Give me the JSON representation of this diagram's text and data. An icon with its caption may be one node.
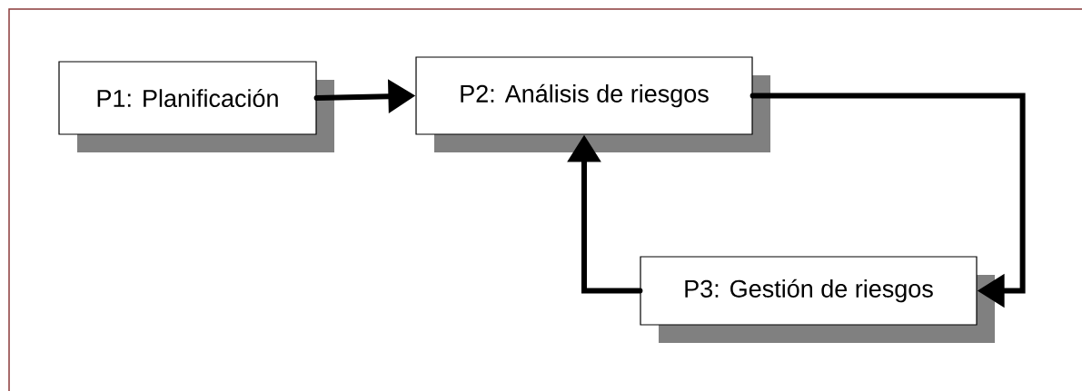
{
  "diagram": {
    "nodes": [
      {
        "text": [
          "P1: Planificación"
        ]
      },
      {
        "text": [
          "P2: Análisis de riesgos"
        ]
      },
      {
        "text": [
          "P3: Gestión de riesgos"
        ]
      }
    ],
    "edges": [
      {
        "from": 0,
        "to": 1,
        "arrow": "to"
      },
      {
        "from": 1,
        "to": 2,
        "arrow": "to"
      },
      {
        "from": 2,
        "to": 1,
        "arrow": "to"
      }
    ]
  }
}
